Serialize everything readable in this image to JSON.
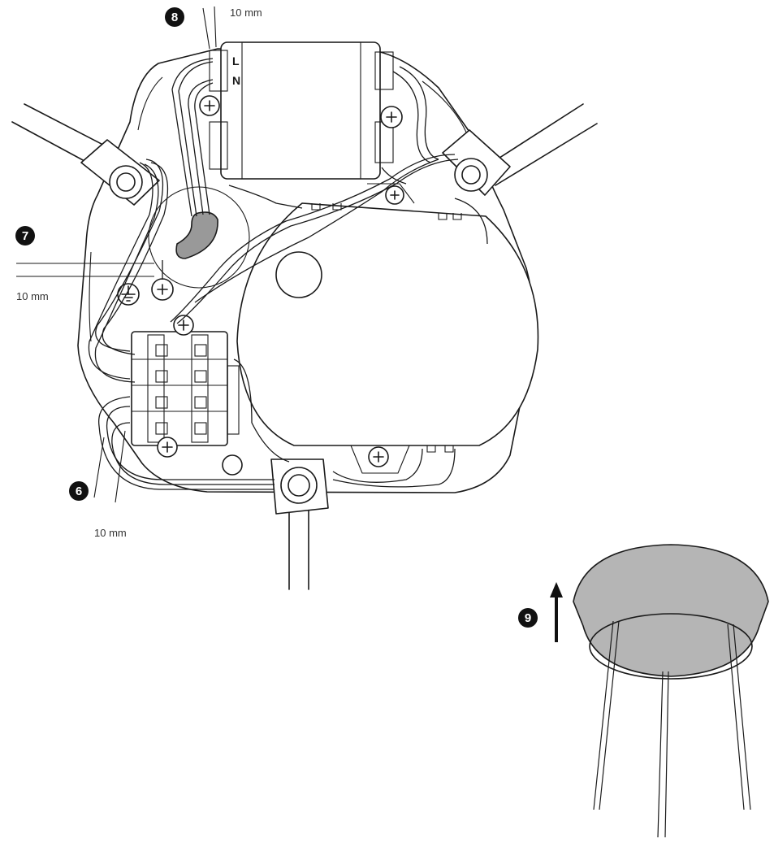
{
  "steps": {
    "step6": "6",
    "step7": "7",
    "step8": "8",
    "step9": "9"
  },
  "measurements": {
    "strip_top": "10 mm",
    "strip_left": "10 mm",
    "strip_bottom": "10 mm"
  },
  "terminal_labels": {
    "live": "L",
    "neutral": "N"
  },
  "colors": {
    "line": "#1a1a1a",
    "canopy_fill": "#b5b5b5",
    "sleeve_fill": "#999999",
    "badge_fill": "#111111"
  },
  "icons": {
    "earth": "earth-ground-icon",
    "screw": "phillips-screw-icon",
    "arrow": "arrow-up-icon"
  }
}
